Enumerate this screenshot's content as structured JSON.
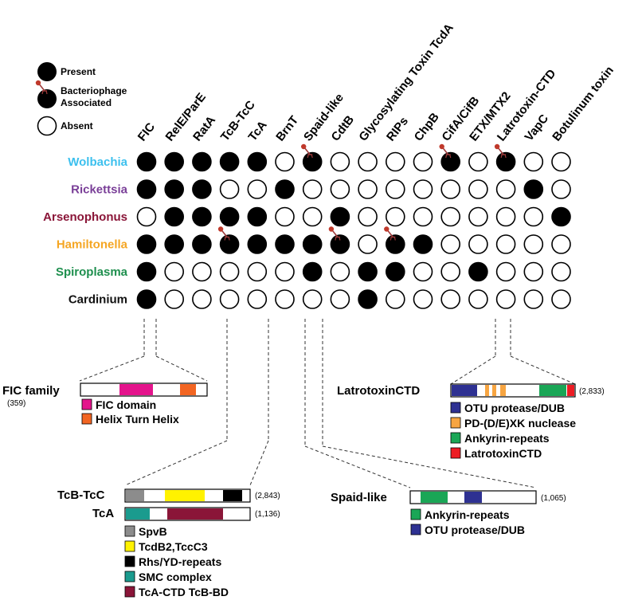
{
  "legend": {
    "present": "Present",
    "phage_line1": "Bacteriophage",
    "phage_line2": "Associated",
    "absent": "Absent"
  },
  "toxins": [
    "FIC",
    "RelE/ParE",
    "RatA",
    "TcB-TcC",
    "TcA",
    "BrnT",
    "Spaid-like",
    "CdtB",
    "Glycosylating Toxin TcdA",
    "RIPs",
    "ChpB",
    "CifA/CifB",
    "ETX/MTX2",
    "Latrotoxin-CTD",
    "VapC",
    "Botulinum toxin"
  ],
  "organisms": [
    {
      "name": "Wolbachia",
      "color": "#3cc0ee"
    },
    {
      "name": "Rickettsia",
      "color": "#7a3f98"
    },
    {
      "name": "Arsenophonus",
      "color": "#8a1538"
    },
    {
      "name": "Hamiltonella",
      "color": "#f5a623"
    },
    {
      "name": "Spiroplasma",
      "color": "#1e8f4e"
    },
    {
      "name": "Cardinium",
      "color": "#111111"
    }
  ],
  "presence": [
    [
      1,
      1,
      1,
      1,
      1,
      0,
      1,
      0,
      0,
      0,
      0,
      1,
      0,
      1,
      0,
      0
    ],
    [
      1,
      1,
      1,
      0,
      0,
      1,
      0,
      0,
      0,
      0,
      0,
      0,
      0,
      0,
      1,
      0
    ],
    [
      0,
      1,
      1,
      1,
      1,
      0,
      0,
      1,
      0,
      0,
      0,
      0,
      0,
      0,
      0,
      1
    ],
    [
      1,
      1,
      1,
      1,
      1,
      1,
      1,
      1,
      0,
      1,
      1,
      0,
      0,
      0,
      0,
      0
    ],
    [
      1,
      0,
      0,
      0,
      0,
      0,
      1,
      0,
      1,
      1,
      0,
      0,
      1,
      0,
      0,
      0
    ],
    [
      1,
      0,
      0,
      0,
      0,
      0,
      0,
      0,
      1,
      0,
      0,
      0,
      0,
      0,
      0,
      0
    ]
  ],
  "phage_cells": [
    [
      0,
      6
    ],
    [
      0,
      11
    ],
    [
      0,
      13
    ],
    [
      3,
      3
    ],
    [
      3,
      7
    ],
    [
      3,
      9
    ]
  ],
  "domains": {
    "fic": {
      "title": "FIC family",
      "length": "(359)",
      "legend": [
        {
          "label": "FIC domain",
          "color": "#e4148c"
        },
        {
          "label": "Helix Turn Helix",
          "color": "#f26522"
        }
      ]
    },
    "latro": {
      "title": "LatrotoxinCTD",
      "length": "(2,833)",
      "legend": [
        {
          "label": "OTU protease/DUB",
          "color": "#2e3192"
        },
        {
          "label": "PD-(D/E)XK nuclease",
          "color": "#f7a541"
        },
        {
          "label": "Ankyrin-repeats",
          "color": "#1aa656"
        },
        {
          "label": "LatrotoxinCTD",
          "color": "#ed1c24"
        }
      ]
    },
    "tcb": {
      "title": "TcB-TcC",
      "length": "(2,843)"
    },
    "tca": {
      "title": "TcA",
      "length": "(1,136)"
    },
    "tc_legend": [
      {
        "label": "SpvB",
        "color": "#8c8c8c"
      },
      {
        "label": "TcdB2,TccC3",
        "color": "#fff200"
      },
      {
        "label": "Rhs/YD-repeats",
        "color": "#000000"
      },
      {
        "label": "SMC complex",
        "color": "#1a9b8e"
      },
      {
        "label": "TcA-CTD TcB-BD",
        "color": "#8a1538"
      }
    ],
    "spaid": {
      "title": "Spaid-like",
      "length": "(1,065)",
      "legend": [
        {
          "label": "Ankyrin-repeats",
          "color": "#1aa656"
        },
        {
          "label": "OTU protease/DUB",
          "color": "#2e3192"
        }
      ]
    }
  }
}
